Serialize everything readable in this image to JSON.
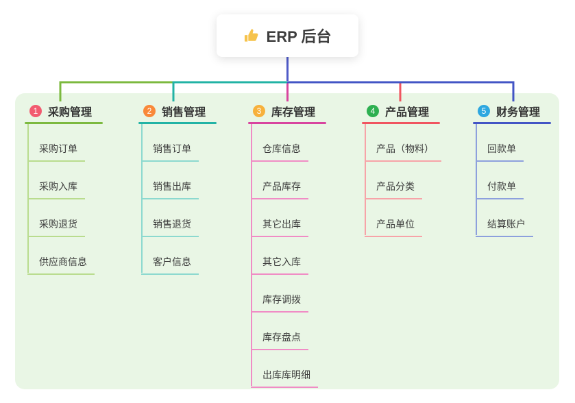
{
  "root": {
    "icon": "thumbs-up-icon",
    "title": "ERP 后台"
  },
  "colors": {
    "panel_bg": "#e9f6e5",
    "root_stem": "#4f5bc8",
    "text": "#3c3c3c"
  },
  "branches": [
    {
      "index": "1",
      "title": "采购管理",
      "badge_color": "#f25b70",
      "line_color": "#7cb93f",
      "child_line_color": "#b9dc8e",
      "children": [
        "采购订单",
        "采购入库",
        "采购退货",
        "供应商信息"
      ]
    },
    {
      "index": "2",
      "title": "销售管理",
      "badge_color": "#f98939",
      "line_color": "#22b3a5",
      "child_line_color": "#8cd9cf",
      "children": [
        "销售订单",
        "销售出库",
        "销售退货",
        "客户信息"
      ]
    },
    {
      "index": "3",
      "title": "库存管理",
      "badge_color": "#f7b13c",
      "line_color": "#d8459f",
      "child_line_color": "#f08cc5",
      "children": [
        "仓库信息",
        "产品库存",
        "其它出库",
        "其它入库",
        "库存调拨",
        "库存盘点",
        "出库库明细"
      ]
    },
    {
      "index": "4",
      "title": "产品管理",
      "badge_color": "#2eb051",
      "line_color": "#f05560",
      "child_line_color": "#f7a3a8",
      "children": [
        "产品（物料）",
        "产品分类",
        "产品单位"
      ]
    },
    {
      "index": "5",
      "title": "财务管理",
      "badge_color": "#2ea7e0",
      "line_color": "#4355c5",
      "child_line_color": "#8da0dd",
      "children": [
        "回款单",
        "付款单",
        "结算账户"
      ]
    }
  ]
}
